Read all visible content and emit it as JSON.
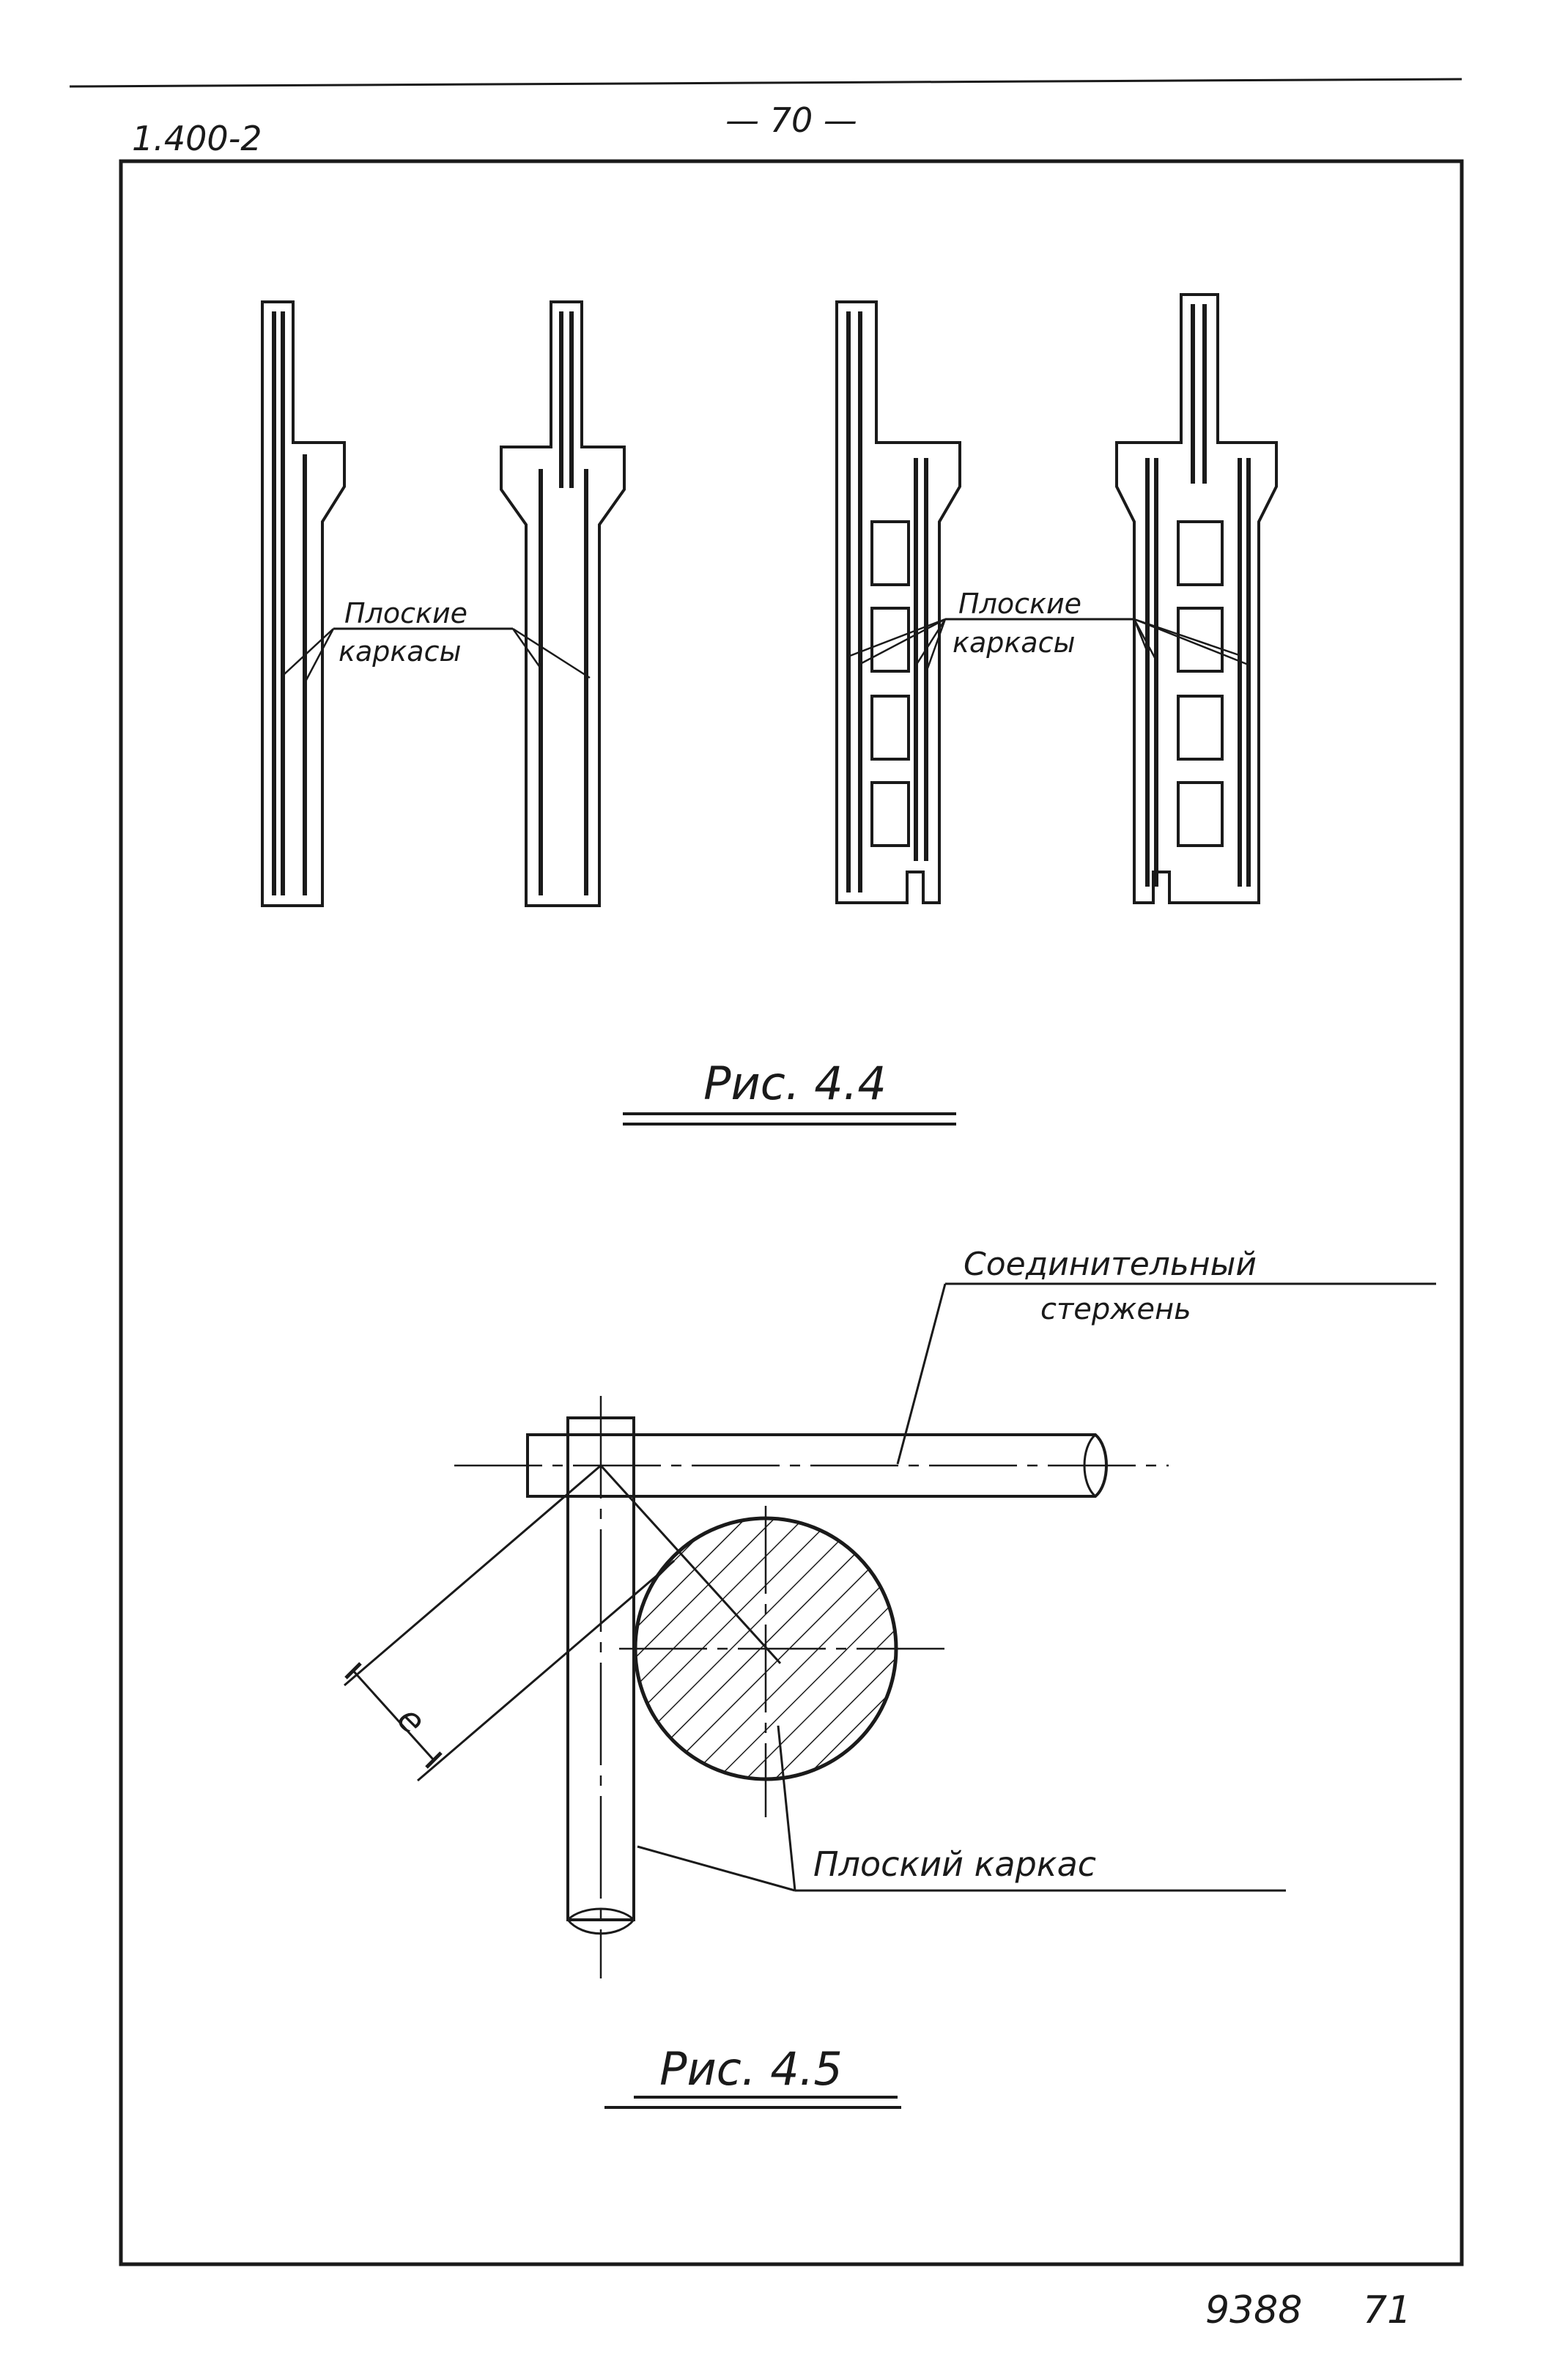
{
  "header": {
    "doc_code": "1.400-2",
    "page_number": "— 70 —"
  },
  "figure_4_4": {
    "label_line1": "Плоские",
    "label_line2": "каркасы",
    "caption": "Рис. 4.4"
  },
  "figure_4_5": {
    "rod_label_line1": "Соединительный",
    "rod_label_line2": "стержень",
    "dimension_label": "e",
    "frame_label": "Плоский каркас",
    "caption": "Рис. 4.5"
  },
  "footer": {
    "sheet_number": "9388",
    "page_index": "71"
  }
}
